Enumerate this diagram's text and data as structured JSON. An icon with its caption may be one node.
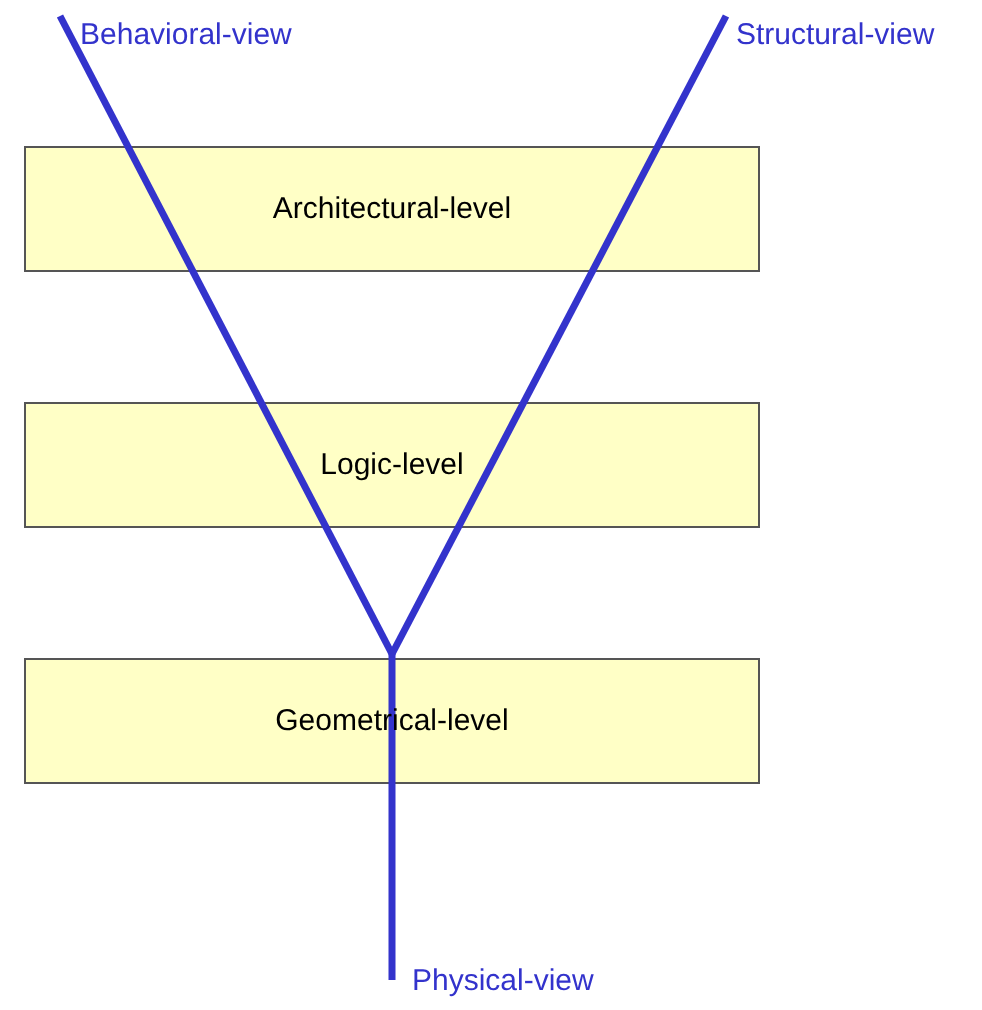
{
  "diagram": {
    "nodes": [
      {
        "text": [
          "Architectural-level"
        ]
      },
      {
        "text": [
          "Logic-level"
        ]
      },
      {
        "text": [
          "Geometrical-level"
        ]
      }
    ],
    "labels": [
      "Behavioral-view",
      "Structural-view",
      "Physical-view"
    ]
  }
}
